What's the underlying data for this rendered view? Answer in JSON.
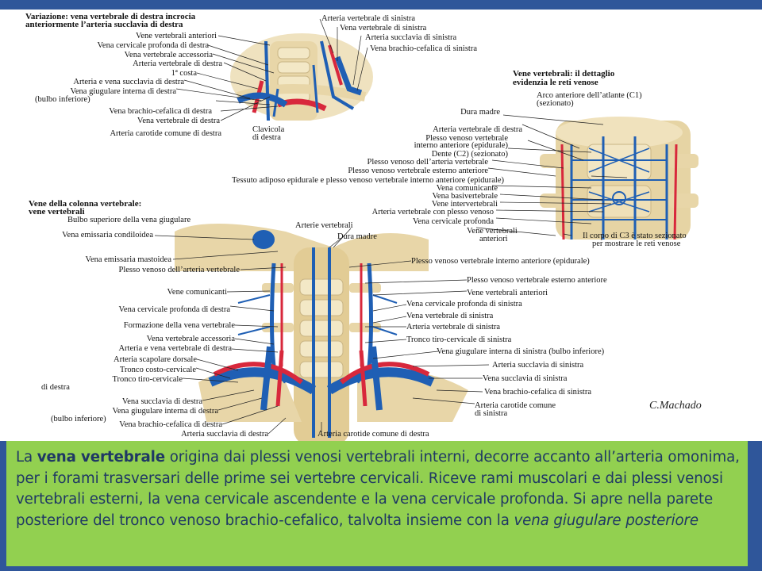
{
  "figure": {
    "panel1": {
      "title_line1": "Variazione: vena vertebrale di destra incrocia",
      "title_line2": "anteriormente l’arteria succlavia di destra",
      "left_labels": [
        "Vene vertebrali anteriori",
        "Vena cervicale profonda di destra",
        "Vena vertebrale accessoria",
        "Arteria vertebrale di destra",
        "1ª costa",
        "Arteria e vena succlavia di destra",
        "Vena giugulare interna di destra",
        "(bulbo inferiore)",
        "Vena brachio-cefalica di destra",
        "Vena vertebrale di destra",
        "Arteria carotide comune di destra"
      ],
      "right_labels": [
        "Arteria vertebrale di sinistra",
        "Vena vertebrale di sinistra",
        "Arteria succlavia di sinistra",
        "Vena brachio-cefalica di sinistra"
      ],
      "bottom_label_line1": "Clavicola",
      "bottom_label_line2": "di destra"
    },
    "panel2": {
      "title_line1": "Vene vertebrali: il dettaglio",
      "title_line2": "evidenzia le reti venose",
      "top_label_line1": "Arco anteriore dell’atlante (C1)",
      "top_label_line2": "(sezionato)",
      "left_labels": [
        "Dura madre",
        "Arteria vertebrale di destra",
        "Plesso venoso vertebrale",
        "interno anteriore (epidurale)",
        "Dente (C2) (sezionato)",
        "Plesso venoso dell’arteria vertebrale",
        "Plesso venoso vertebrale esterno anteriore",
        "Tessuto adiposo epidurale e plesso venoso vertebrale interno anteriore (epidurale)",
        "Vena comunicante",
        "Vena basivertebrale",
        "Vene intervertebrali",
        "Arteria vertebrale con plesso venoso",
        "Vena cervicale profonda",
        "Vene vertebrali",
        "anteriori"
      ],
      "bottom_right_line1": "Il corpo di C3 è stato sezionato",
      "bottom_right_line2": "per mostrare le reti venose"
    },
    "panel3": {
      "title_line1": "Vene della colonna vertebrale:",
      "title_line2": "vene vertebrali",
      "top_labels": [
        "Bulbo superiore della vena giugulare",
        "Arterie vertebrali",
        "Dura madre"
      ],
      "left_labels": [
        "Vena emissaria condiloidea",
        "Vena emissaria mastoidea",
        "Plesso venoso dell’arteria vertebrale",
        "Vene comunicanti",
        "Vena cervicale profonda di destra",
        "Formazione della vena vertebrale",
        "Vena vertebrale accessoria",
        "Arteria e vena vertebrale di destra",
        "Arteria scapolare dorsale",
        "Tronco costo-cervicale",
        "Tronco tiro-cervicale",
        "di destra",
        "Vena succlavia di destra",
        "Vena giugulare interna di destra",
        "(bulbo inferiore)",
        "Vena brachio-cefalica di destra",
        "Arteria succlavia di destra"
      ],
      "right_labels": [
        "Plesso venoso vertebrale interno anteriore (epidurale)",
        "Plesso venoso vertebrale esterno anteriore",
        "Vene vertebrali anteriori",
        "Vena cervicale profonda di sinistra",
        "Vena vertebrale di sinistra",
        "Arteria vertebrale di sinistra",
        "Tronco tiro-cervicale di sinistra",
        "Vena giugulare interna di sinistra (bulbo inferiore)",
        "Arteria succlavia di sinistra",
        "Vena succlavia di sinistra",
        "Vena brachio-cefalica di sinistra",
        "Arteria carotide comune",
        "di sinistra"
      ],
      "bottom_label": "Arteria carotide comune di destra",
      "signature": "C.Machado"
    },
    "colors": {
      "vein": "#1f5fb4",
      "artery": "#d8283c",
      "bone": "#e8d6a8"
    }
  },
  "caption": {
    "bold_term": "vena vertebrale",
    "prefix": "La ",
    "body": " origina dai plessi venosi vertebrali interni, decorre accanto all’arteria omonima, per i forami trasversari delle prime sei vertebre cervicali. Riceve rami muscolari e dai plessi venosi vertebrali esterni, la vena cervicale ascendente e la vena cervicale profonda. Si apre nella parete posteriore del tronco venoso brachio-cefalico, talvolta insieme con la ",
    "italic_end": "vena giugulare posteriore"
  }
}
